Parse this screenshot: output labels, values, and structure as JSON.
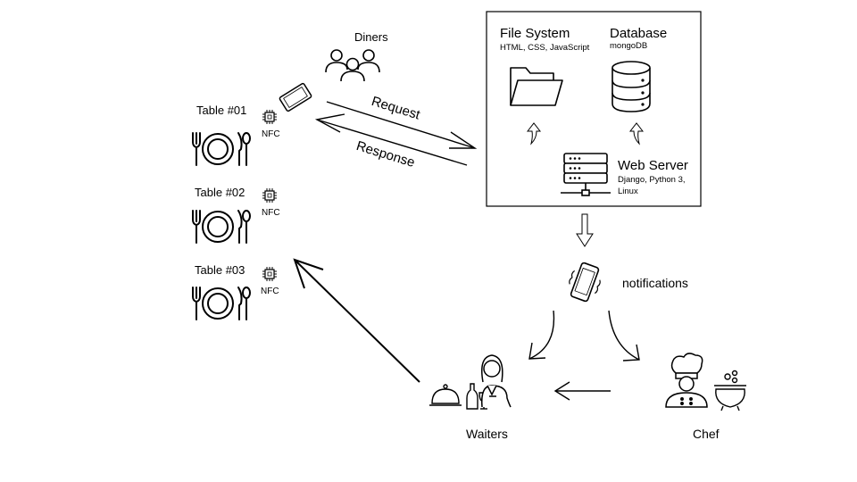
{
  "diners": "Diners",
  "tables": [
    {
      "label": "Table #01",
      "chip": "NFC"
    },
    {
      "label": "Table #02",
      "chip": "NFC"
    },
    {
      "label": "Table #03",
      "chip": "NFC"
    }
  ],
  "arrows": {
    "request": "Request",
    "response": "Response"
  },
  "server_box": {
    "file_system": {
      "title": "File System",
      "subtitle": "HTML, CSS, JavaScript"
    },
    "database": {
      "title": "Database",
      "subtitle": "mongoDB"
    },
    "web_server": {
      "title": "Web Server",
      "subtitle_line1": "Django, Python 3,",
      "subtitle_line2": "Linux"
    }
  },
  "notifications": "notifications",
  "waiters": "Waiters",
  "chef": "Chef"
}
